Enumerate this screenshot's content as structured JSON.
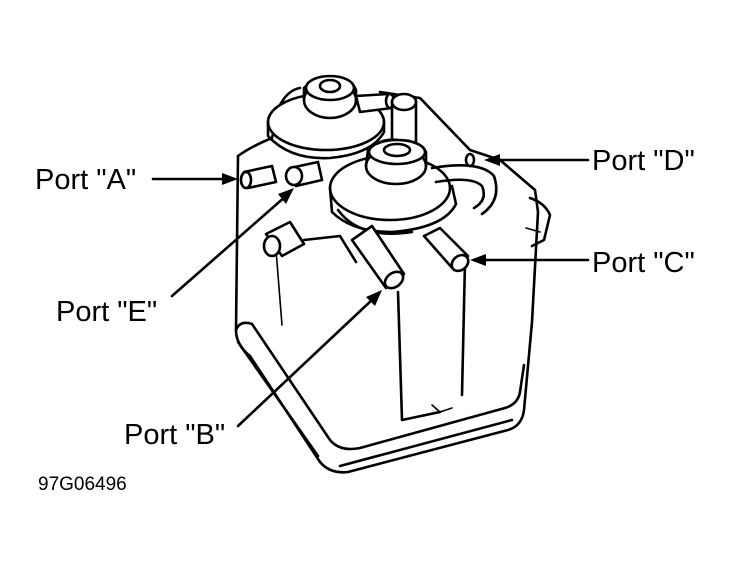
{
  "labels": {
    "port_a": "Port \"A\"",
    "port_b": "Port \"B\"",
    "port_c": "Port \"C\"",
    "port_d": "Port \"D\"",
    "port_e": "Port \"E\""
  },
  "figure_code": "97G06496",
  "colors": {
    "ink": "#000000",
    "background": "#ffffff"
  }
}
